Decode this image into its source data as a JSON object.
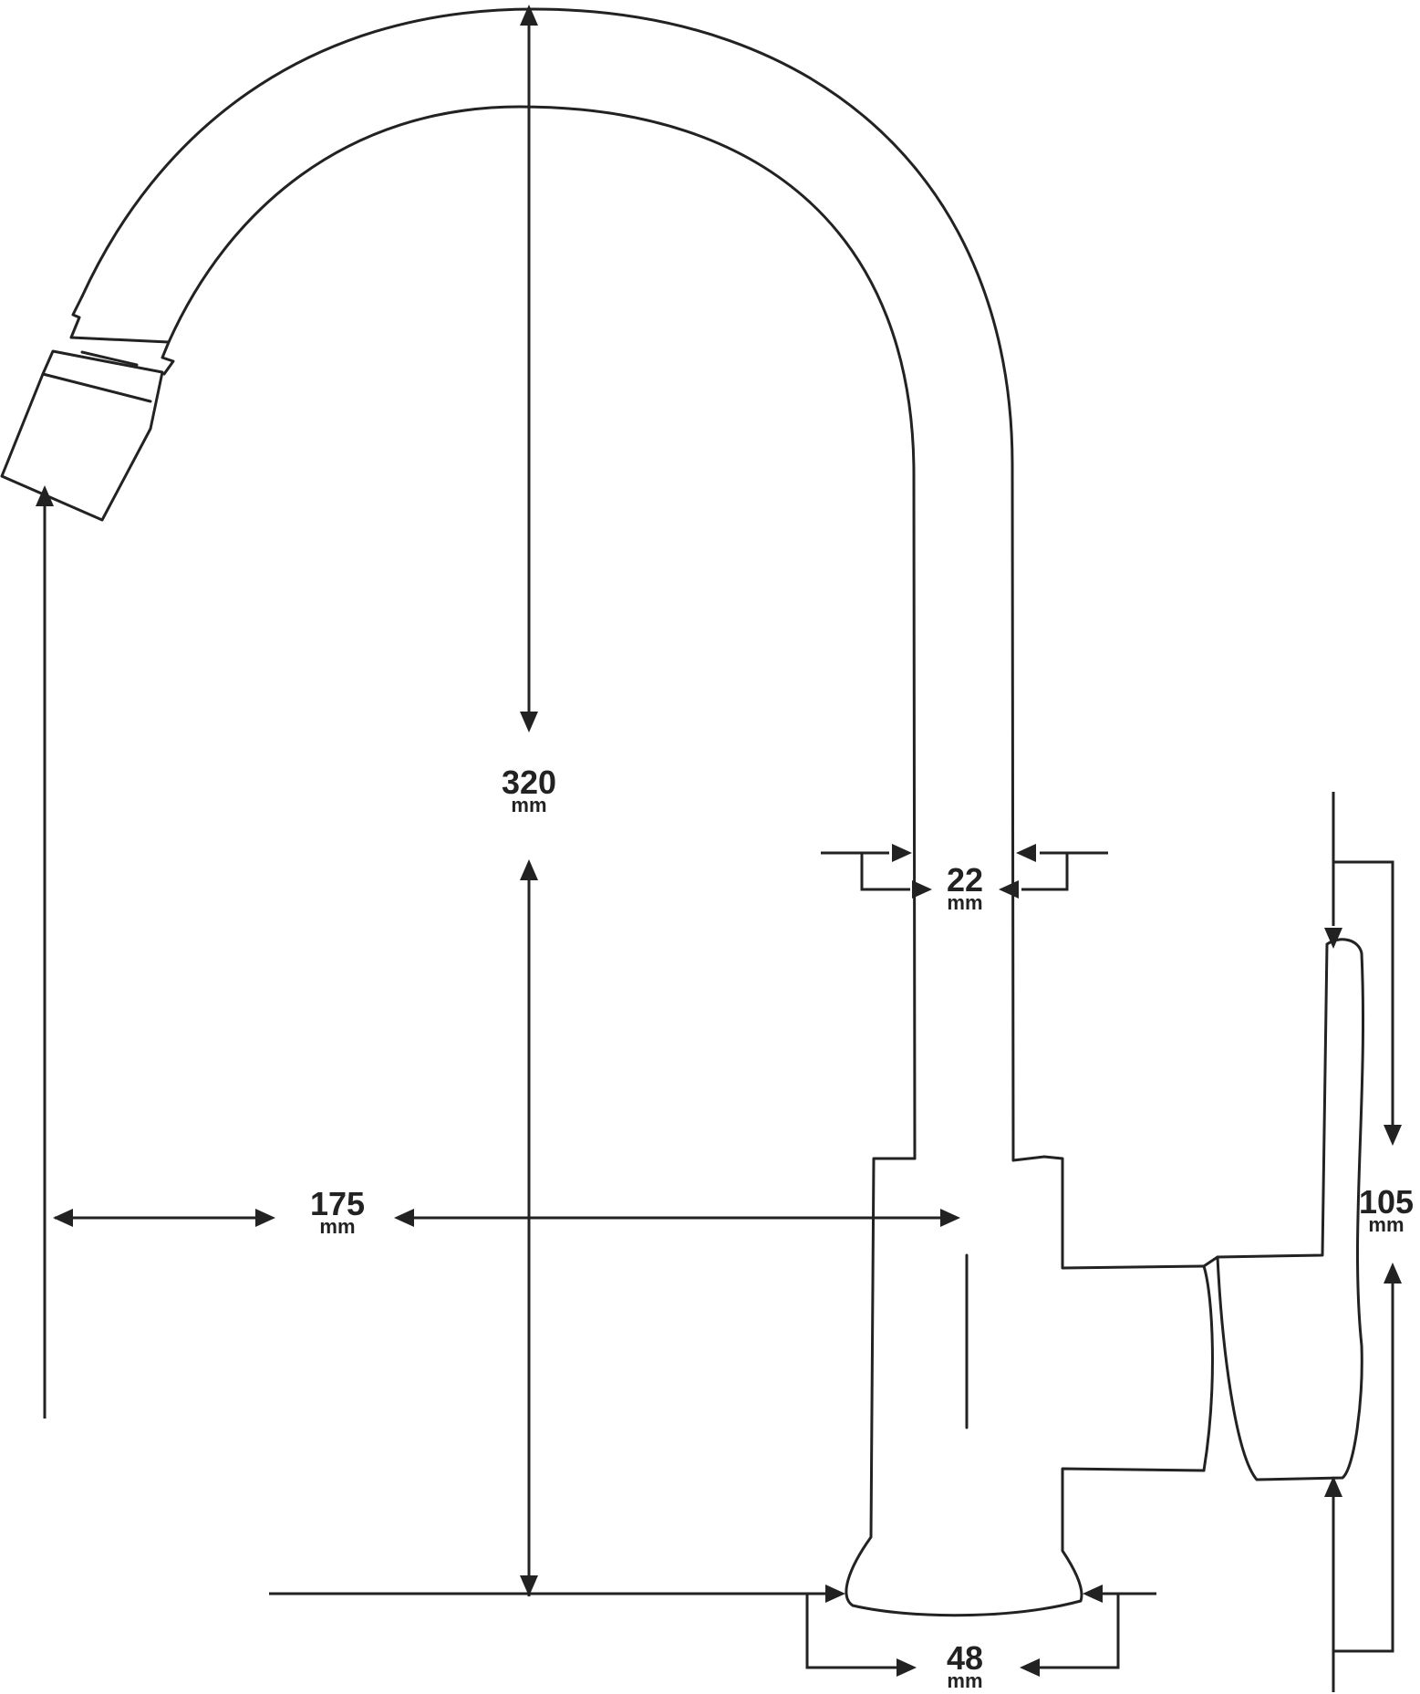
{
  "dimensions": [
    {
      "id": "height",
      "value": "320",
      "unit": "mm"
    },
    {
      "id": "pipe_diameter",
      "value": "22",
      "unit": "mm"
    },
    {
      "id": "handle_height",
      "value": "105",
      "unit": "mm"
    },
    {
      "id": "reach",
      "value": "175",
      "unit": "mm"
    },
    {
      "id": "base_diameter",
      "value": "48",
      "unit": "mm"
    }
  ]
}
